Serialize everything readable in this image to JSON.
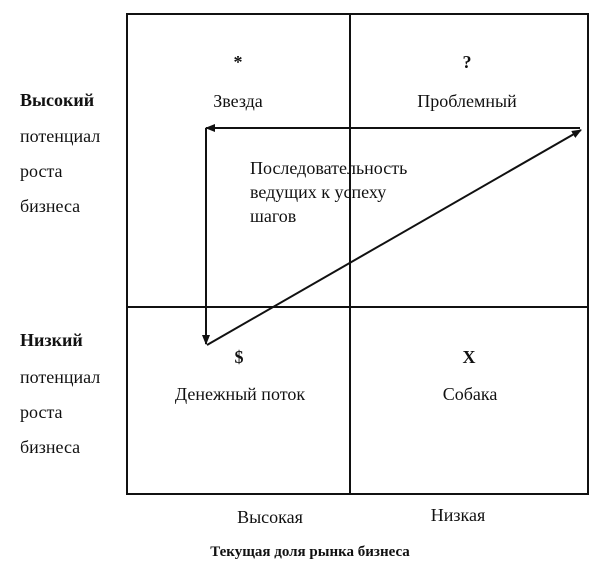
{
  "left_axis": {
    "high_bold": "Высокий",
    "high_lines": [
      "потенциал",
      "роста",
      "бизнеса"
    ],
    "low_bold": "Низкий",
    "low_lines": [
      "потенциал",
      "роста",
      "бизнеса"
    ]
  },
  "quadrants": {
    "star": {
      "symbol": "*",
      "label": "Звезда"
    },
    "problem": {
      "symbol": "?",
      "label": "Проблемный"
    },
    "cash": {
      "symbol": "$",
      "label": "Денежный поток"
    },
    "dog": {
      "symbol": "X",
      "label": "Собака"
    }
  },
  "sequence_lines": [
    "Последовательность",
    "ведущих к успеху",
    "шагов"
  ],
  "bottom_axis": {
    "high": "Высокая",
    "low": "Низкая",
    "title": "Текущая доля рынка бизнеса"
  }
}
